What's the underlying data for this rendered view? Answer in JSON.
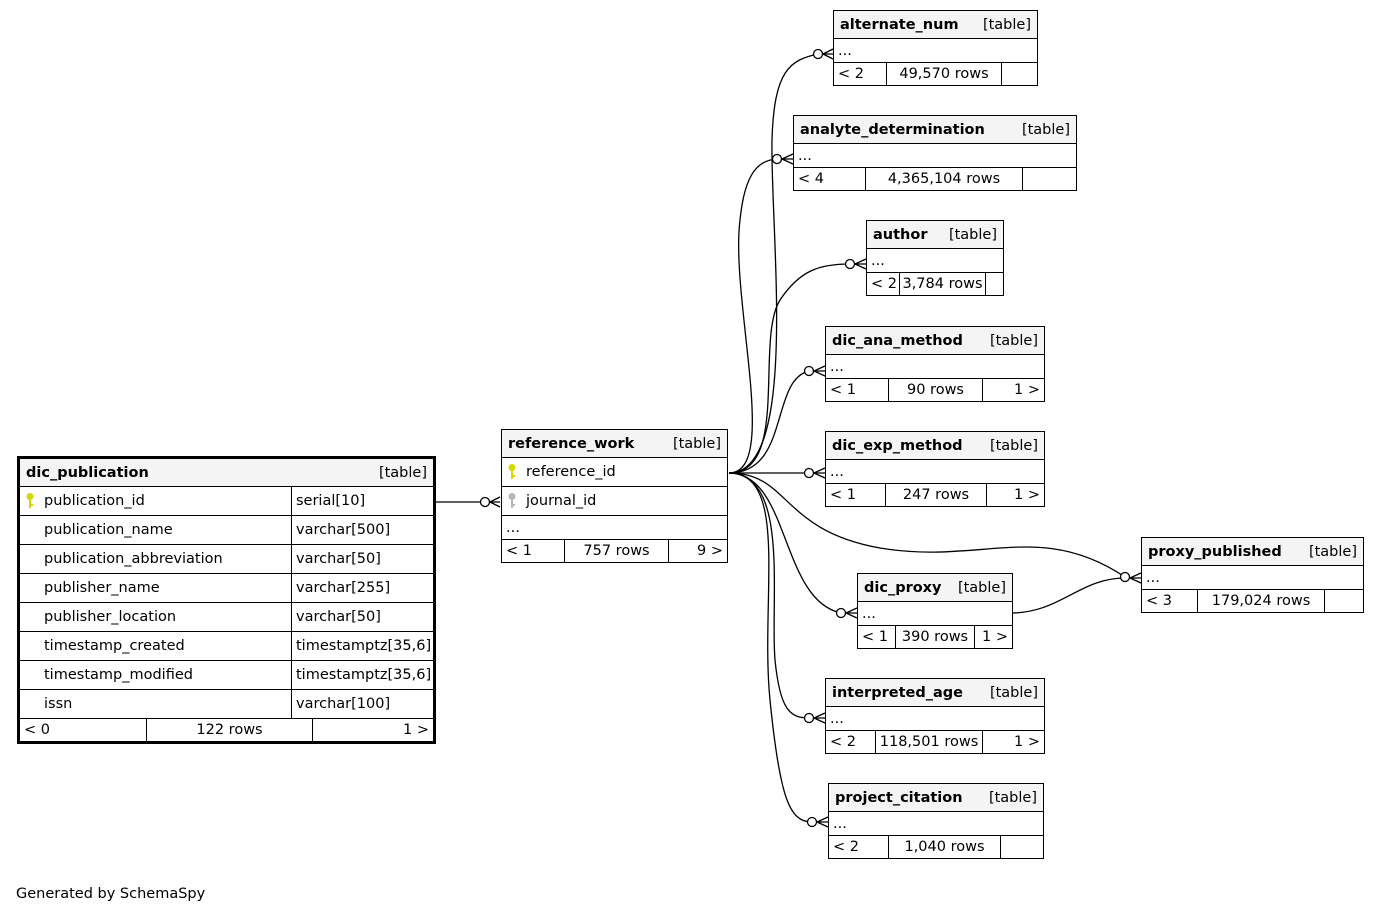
{
  "colors": {
    "primary_key_icon": "#d6d600",
    "foreign_key_icon": "#b8b8b8",
    "header_bg": "#f4f4f4"
  },
  "footer": "Generated by SchemaSpy",
  "tables": {
    "dic_publication": {
      "name": "dic_publication",
      "kind": "[table]",
      "columns": [
        {
          "name": "publication_id",
          "type": "serial[10]",
          "icon": "primary-key-icon"
        },
        {
          "name": "publication_name",
          "type": "varchar[500]",
          "icon": ""
        },
        {
          "name": "publication_abbreviation",
          "type": "varchar[50]",
          "icon": ""
        },
        {
          "name": "publisher_name",
          "type": "varchar[255]",
          "icon": ""
        },
        {
          "name": "publisher_location",
          "type": "varchar[50]",
          "icon": ""
        },
        {
          "name": "timestamp_created",
          "type": "timestamptz[35,6]",
          "icon": ""
        },
        {
          "name": "timestamp_modified",
          "type": "timestamptz[35,6]",
          "icon": ""
        },
        {
          "name": "issn",
          "type": "varchar[100]",
          "icon": ""
        }
      ],
      "footer": {
        "parents": "< 0",
        "rows": "122 rows",
        "children": "1 >"
      }
    },
    "reference_work": {
      "name": "reference_work",
      "kind": "[table]",
      "columns": [
        {
          "name": "reference_id",
          "icon": "primary-key-icon"
        },
        {
          "name": "journal_id",
          "icon": "foreign-key-icon"
        }
      ],
      "ellipsis": "...",
      "footer": {
        "parents": "< 1",
        "rows": "757 rows",
        "children": "9 >"
      }
    },
    "alternate_num": {
      "name": "alternate_num",
      "kind": "[table]",
      "ellipsis": "...",
      "footer": {
        "parents": "< 2",
        "rows": "49,570 rows",
        "children": ""
      }
    },
    "analyte_determination": {
      "name": "analyte_determination",
      "kind": "[table]",
      "ellipsis": "...",
      "footer": {
        "parents": "< 4",
        "rows": "4,365,104 rows",
        "children": ""
      }
    },
    "author": {
      "name": "author",
      "kind": "[table]",
      "ellipsis": "...",
      "footer": {
        "parents": "< 2",
        "rows": "3,784 rows",
        "children": ""
      }
    },
    "dic_ana_method": {
      "name": "dic_ana_method",
      "kind": "[table]",
      "ellipsis": "...",
      "footer": {
        "parents": "< 1",
        "rows": "90 rows",
        "children": "1 >"
      }
    },
    "dic_exp_method": {
      "name": "dic_exp_method",
      "kind": "[table]",
      "ellipsis": "...",
      "footer": {
        "parents": "< 1",
        "rows": "247 rows",
        "children": "1 >"
      }
    },
    "dic_proxy": {
      "name": "dic_proxy",
      "kind": "[table]",
      "ellipsis": "...",
      "footer": {
        "parents": "< 1",
        "rows": "390 rows",
        "children": "1 >"
      }
    },
    "interpreted_age": {
      "name": "interpreted_age",
      "kind": "[table]",
      "ellipsis": "...",
      "footer": {
        "parents": "< 2",
        "rows": "118,501 rows",
        "children": "1 >"
      }
    },
    "project_citation": {
      "name": "project_citation",
      "kind": "[table]",
      "ellipsis": "...",
      "footer": {
        "parents": "< 2",
        "rows": "1,040 rows",
        "children": ""
      }
    },
    "proxy_published": {
      "name": "proxy_published",
      "kind": "[table]",
      "ellipsis": "...",
      "footer": {
        "parents": "< 3",
        "rows": "179,024 rows",
        "children": ""
      }
    }
  },
  "relationships": [
    {
      "from": "dic_publication",
      "to": "reference_work"
    },
    {
      "from": "reference_work",
      "to": "alternate_num"
    },
    {
      "from": "reference_work",
      "to": "analyte_determination"
    },
    {
      "from": "reference_work",
      "to": "author"
    },
    {
      "from": "reference_work",
      "to": "dic_ana_method"
    },
    {
      "from": "reference_work",
      "to": "dic_exp_method"
    },
    {
      "from": "reference_work",
      "to": "dic_proxy"
    },
    {
      "from": "reference_work",
      "to": "interpreted_age"
    },
    {
      "from": "reference_work",
      "to": "project_citation"
    },
    {
      "from": "reference_work",
      "to": "proxy_published"
    },
    {
      "from": "dic_proxy",
      "to": "proxy_published"
    }
  ]
}
